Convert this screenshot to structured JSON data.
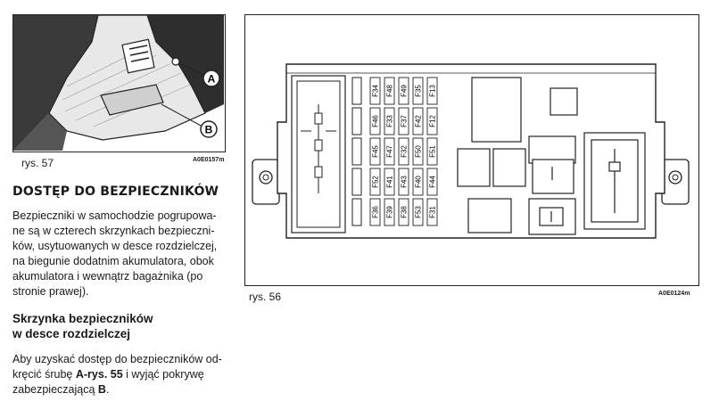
{
  "figure57": {
    "callout_a": "A",
    "callout_b": "B",
    "caption": "rys. 57",
    "code": "A0E0157m"
  },
  "figure56": {
    "caption": "rys. 56",
    "code": "A0E0124m",
    "fuse_rows": [
      [
        "F34",
        "F48",
        "F49",
        "F35",
        "F13"
      ],
      [
        "F46",
        "F33",
        "F37",
        "F42",
        "F12"
      ],
      [
        "F45",
        "F47",
        "F32",
        "F50",
        "F51"
      ],
      [
        "F52",
        "F41",
        "F43",
        "F40",
        "F44"
      ],
      [
        "F36",
        "F39",
        "F38",
        "F53",
        "F31"
      ]
    ]
  },
  "section": {
    "heading": "DOSTĘP DO BEZPIECZNIKÓW",
    "para1_lines": [
      "Bezpieczniki w samochodzie pogrupowa-",
      "ne są w czterech skrzynkach bezpieczni-",
      "ków, usytuowanych w desce rozdzielczej,",
      "na biegunie dodatnim akumulatora, obok",
      "akumulatora i wewnątrz bagażnika (po",
      "stronie prawej)."
    ],
    "subheading_lines": [
      "Skrzynka bezpieczników",
      "w desce rozdzielczej"
    ],
    "para2_line1": "Aby uzyskać dostęp do bezpieczników od-",
    "para2_line2_pre": "kręcić śrubę ",
    "para2_ref": "A-rys. 55",
    "para2_line2_post": " i wyjąć pokrywę",
    "para2_line3_pre": "zabezpieczającą ",
    "para2_ref_b": "B",
    "para2_line3_post": "."
  }
}
